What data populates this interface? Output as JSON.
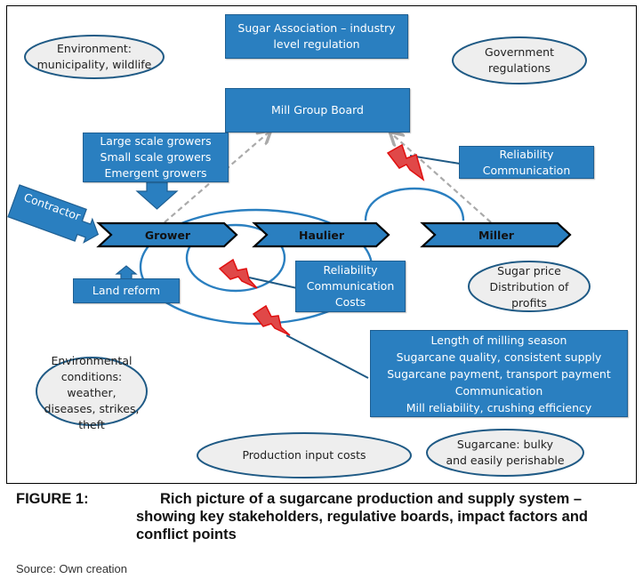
{
  "figure": {
    "boxes": {
      "sugar_association": [
        "Sugar Association – industry",
        "level regulation"
      ],
      "mill_group_board": "Mill Group  Board",
      "growers": [
        "Large scale growers",
        "Small scale growers",
        "Emergent growers"
      ],
      "contractor": "Contractor",
      "reliability_top": [
        "Reliability",
        "Communication"
      ],
      "land_reform": "Land reform",
      "reliability_mid": [
        "Reliability",
        "Communication",
        "Costs"
      ],
      "milling_issues": [
        "Length of milling season",
        "Sugarcane quality, consistent supply",
        "Sugarcane payment, transport payment",
        "Communication",
        "Mill reliability, crushing efficiency"
      ]
    },
    "chain": [
      "Grower",
      "Haulier",
      "Miller"
    ],
    "ellipses": {
      "environment": [
        "Environment:",
        "municipality, wildlife"
      ],
      "government": [
        "Government",
        "regulations"
      ],
      "sugar_price": [
        "Sugar price",
        "Distribution of",
        "profits"
      ],
      "environmental_conditions": [
        "Environmental",
        "conditions: weather,",
        "diseases, strikes,",
        "theft"
      ],
      "production_costs": [
        "Production input costs"
      ],
      "sugarcane_bulky": [
        "Sugarcane: bulky",
        "and easily perishable"
      ]
    },
    "icons": [
      "conflict-lightning-icon",
      "conflict-lightning-icon",
      "conflict-lightning-icon"
    ],
    "colors": {
      "box_fill": "#2a7fc0",
      "box_border": "#1f5f92",
      "ellipse_fill": "#eeeeee",
      "ellipse_border": "#1f5a85",
      "conflict": "#e02020",
      "loop": "#2a7fc0",
      "dashed": "#aaaaaa"
    }
  },
  "caption": {
    "label": "FIGURE 1:",
    "lines": [
      "Rich picture of a sugarcane production and supply system –",
      "showing key stakeholders, regulative boards, impact factors and",
      "conflict points"
    ]
  },
  "source": "Source:  Own creation"
}
